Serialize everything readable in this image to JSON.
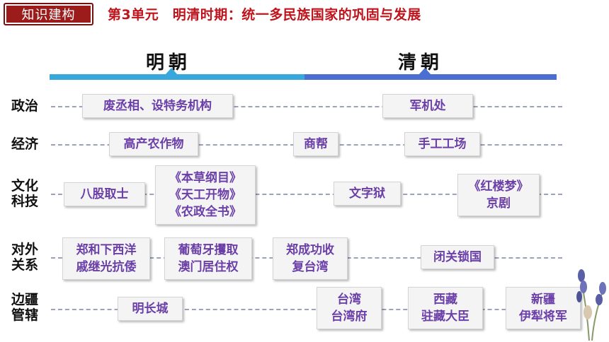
{
  "header": {
    "badge": "知识建构",
    "title": "第3单元　明清时期：统一多民族国家的巩固与发展"
  },
  "eras": {
    "ming": "明朝",
    "qing": "清朝"
  },
  "colors": {
    "ming_bar": "#38a8dc",
    "qing_bar": "#4a6fd0",
    "title_red": "#c0141c",
    "box_text": "#6b3fa8"
  },
  "rows": {
    "politics": {
      "label": [
        "政治"
      ],
      "items": [
        [
          "废丞相、设特务机构"
        ],
        [
          "军机处"
        ]
      ]
    },
    "economy": {
      "label": [
        "经济"
      ],
      "items": [
        [
          "高产农作物"
        ],
        [
          "商帮"
        ],
        [
          "手工工场"
        ]
      ]
    },
    "culture": {
      "label": [
        "文化",
        "科技"
      ],
      "items": [
        [
          "八股取士"
        ],
        [
          "《本草纲目》",
          "《天工开物》",
          "《农政全书》"
        ],
        [
          "文字狱"
        ],
        [
          "《红楼梦》",
          "京剧"
        ]
      ]
    },
    "foreign": {
      "label": [
        "对外",
        "关系"
      ],
      "items": [
        [
          "郑和下西洋",
          "戚继光抗倭"
        ],
        [
          "葡萄牙攫取",
          "澳门居住权"
        ],
        [
          "郑成功收",
          "复台湾"
        ],
        [
          "闭关锁国"
        ]
      ]
    },
    "frontier": {
      "label": [
        "边疆",
        "管辖"
      ],
      "items": [
        [
          "明长城"
        ],
        [
          "台湾",
          "台湾府"
        ],
        [
          "西藏",
          "驻藏大臣"
        ],
        [
          "新疆",
          "伊犁将军"
        ]
      ]
    }
  }
}
